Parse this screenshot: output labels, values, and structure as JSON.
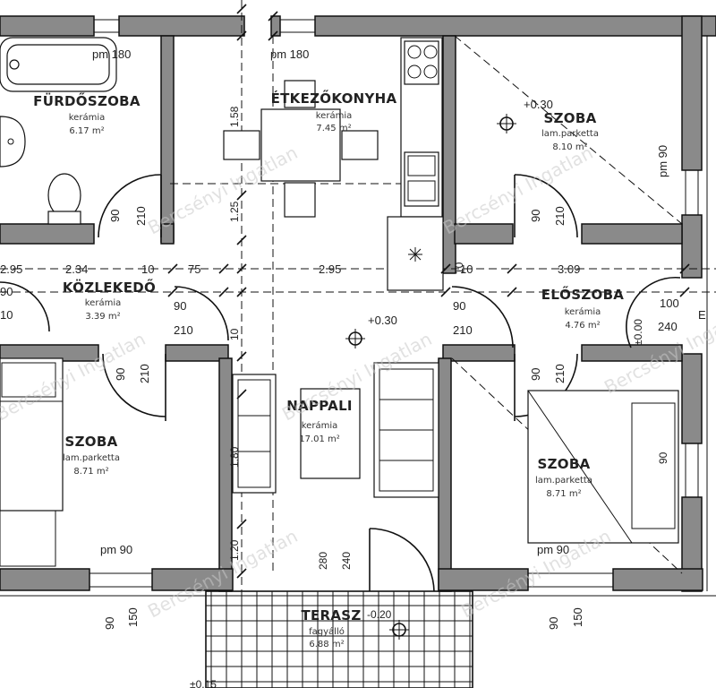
{
  "rooms": [
    {
      "id": "furdoszoba",
      "name": "FÜRDŐSZOBA",
      "material": "kerámia",
      "area": "6.17 m²"
    },
    {
      "id": "etkezokonyha",
      "name": "ÉTKEZŐKONYHA",
      "material": "kerámia",
      "area": "7.45 m²"
    },
    {
      "id": "szoba-top-right",
      "name": "SZOBA",
      "material": "lam.parketta",
      "area": "8.10 m²"
    },
    {
      "id": "kozlekedo",
      "name": "KÖZLEKEDŐ",
      "material": "kerámia",
      "area": "3.39 m²"
    },
    {
      "id": "eloszoba",
      "name": "ELŐSZOBA",
      "material": "kerámia",
      "area": "4.76 m²"
    },
    {
      "id": "nappali",
      "name": "NAPPALI",
      "material": "kerámia",
      "area": "17.01 m²"
    },
    {
      "id": "szoba-left",
      "name": "SZOBA",
      "material": "lam.parketta",
      "area": "8.71 m²"
    },
    {
      "id": "szoba-right",
      "name": "SZOBA",
      "material": "lam.parketta",
      "area": "8.71 m²"
    },
    {
      "id": "terasz",
      "name": "TERASZ",
      "material": "fagyálló",
      "area": "6.88 m²"
    }
  ],
  "dimensions": {
    "pm180_bath": "pm 180",
    "pm180_kitchen": "pm 180",
    "pm90_room_tr": "pm 90",
    "pm90_room_left": "pm 90",
    "pm90_room_right": "pm 90",
    "w295": "2.95",
    "w234": "2.34",
    "w10_a": "10",
    "w75": "75",
    "w295_b": "2.95",
    "w10_b": "10",
    "w309": "3.09",
    "d90_bath": "90",
    "d210_bath": "210",
    "d90_room": "90",
    "d210_room": "210",
    "d90_hall_l": "90",
    "d210_hall_l": "210",
    "d90_hall_r": "90",
    "d210_hall_r": "210",
    "d90_szl": "90",
    "d210_szl": "210",
    "d90_szr": "90",
    "d210_szr": "210",
    "d100": "100",
    "d240": "240",
    "d90_left_edge": "90",
    "d10_left_edge": "10",
    "h158": "1.58",
    "h125": "1.25",
    "h10": "10",
    "h180": "1.80",
    "h120": "1.20",
    "h280": "280",
    "h240": "240",
    "t90_l": "90",
    "t150_l": "150",
    "t90_r": "90",
    "t150_r": "150",
    "t90_szr": "90",
    "d10_kitchen": "10",
    "lvl_eloszoba": "±0.00",
    "edge_e": "E",
    "bottom_frag": "±0.15"
  },
  "levels": {
    "szoba": "+0.30",
    "nappali": "+0.30",
    "terasz": "-0.20"
  },
  "watermark": "Bercsényi Ingatlan"
}
